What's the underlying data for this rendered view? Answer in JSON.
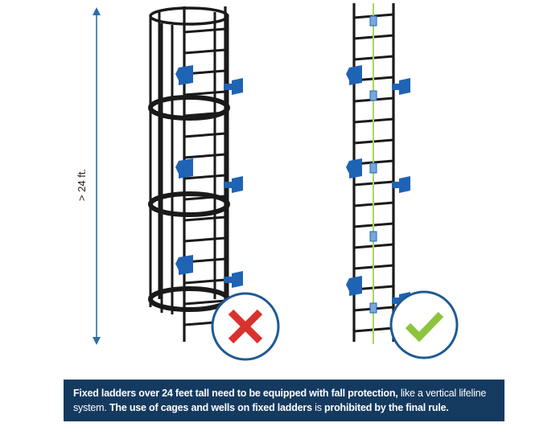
{
  "height_label": "> 24 ft.",
  "caption": {
    "part1_bold": "Fixed ladders over 24 feet tall need to be equipped with fall protection,",
    "part2": " like a vertical lifeline system.",
    "part3_bold": " The use of cages and wells on fixed ladders",
    "part4": " is",
    "part5_bold": " prohibited by the final rule."
  },
  "colors": {
    "arrow": "#2a6fad",
    "ladder": "#1a1a1a",
    "bracket": "#1f63b5",
    "lifeline": "#a8d85a",
    "cross": "#d8322e",
    "check": "#8cc43d",
    "badge_border": "#1f5a93",
    "caption_bg": "#153a60"
  },
  "left_ladder": {
    "status": "prohibited",
    "icon": "cross-icon"
  },
  "right_ladder": {
    "status": "approved",
    "icon": "check-icon"
  }
}
